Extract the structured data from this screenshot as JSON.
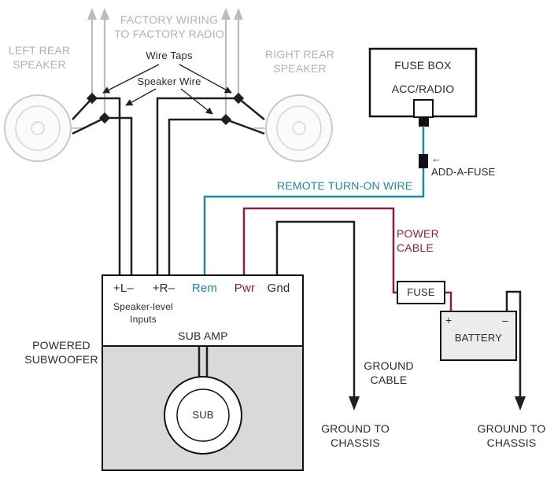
{
  "colors": {
    "factory_gray": "#b3b1b1",
    "wire_black": "#1f1f1f",
    "remote_teal": "#1e87a3",
    "power_maroon": "#8e1e3e",
    "enclosure_gray": "#d9d9d9",
    "battery_gray": "#ececec"
  },
  "factory": {
    "wiring_label": "FACTORY WIRING\nTO FACTORY RADIO",
    "left_speaker_label": "LEFT REAR\nSPEAKER",
    "right_speaker_label": "RIGHT REAR\nSPEAKER",
    "wire_taps_label": "Wire Taps",
    "speaker_wire_label": "Speaker Wire"
  },
  "fuse_box": {
    "title": "FUSE BOX",
    "slot": "ACC/RADIO",
    "add_a_fuse_arrow": "←",
    "add_a_fuse_label": "ADD-A-FUSE"
  },
  "wires": {
    "remote_label": "REMOTE TURN-ON WIRE",
    "power_label": "POWER\nCABLE",
    "ground_label": "GROUND\nCABLE"
  },
  "amp": {
    "input_l": "+L–",
    "input_r": "+R–",
    "input_rem": "Rem",
    "input_pwr": "Pwr",
    "input_gnd": "Gnd",
    "speaker_level": "Speaker-level\nInputs",
    "title": "SUB AMP",
    "powered_subwoofer": "POWERED\nSUBWOOFER",
    "sub": "SUB"
  },
  "power": {
    "fuse": "FUSE",
    "battery": "BATTERY",
    "plus": "+",
    "minus": "–"
  },
  "ground": {
    "chassis_left": "GROUND TO\nCHASSIS",
    "chassis_right": "GROUND TO\nCHASSIS"
  }
}
